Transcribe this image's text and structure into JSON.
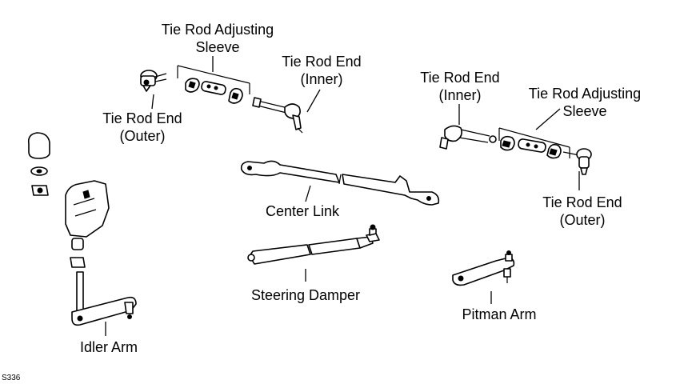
{
  "labels": {
    "tre_outer_left": [
      "Tie Rod End",
      "(Outer)"
    ],
    "sleeve_left": [
      "Tie Rod Adjusting",
      "Sleeve"
    ],
    "tre_inner_left": [
      "Tie Rod End",
      "(Inner)"
    ],
    "tre_inner_right": [
      "Tie Rod End",
      "(Inner)"
    ],
    "sleeve_right": [
      "Tie Rod Adjusting",
      "Sleeve"
    ],
    "tre_outer_right": [
      "Tie Rod End",
      "(Outer)"
    ],
    "center_link": "Center Link",
    "steering_damper": "Steering Damper",
    "pitman_arm": "Pitman Arm",
    "idler_arm": "Idler Arm"
  },
  "figure_code": "S336"
}
